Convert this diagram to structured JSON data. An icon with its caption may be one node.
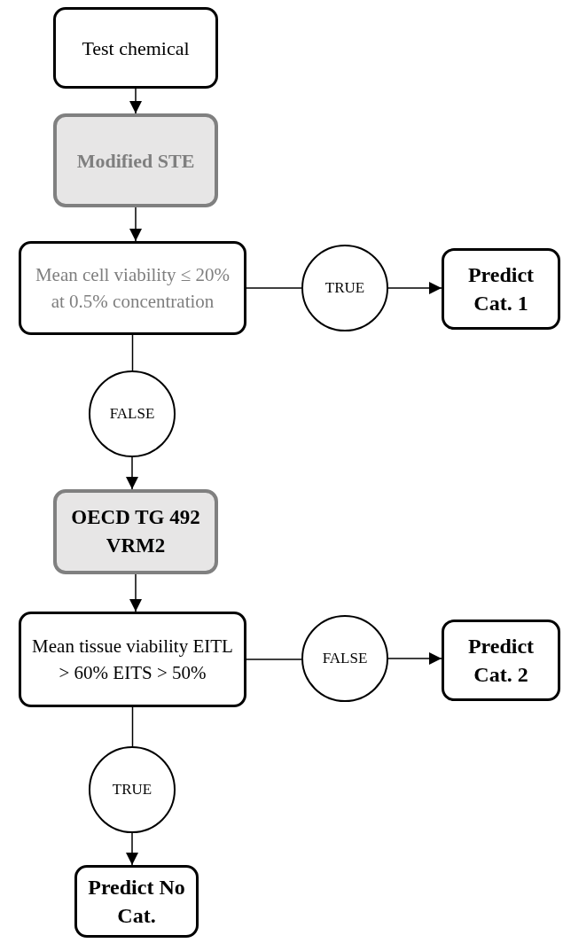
{
  "diagram": {
    "nodes": [
      {
        "text": [
          "Test chemical"
        ]
      },
      {
        "text": [
          "Modified STE"
        ]
      },
      {
        "text": [
          "Mean cell viability ≤ 20% at 0.5% concentration"
        ]
      },
      {
        "text": [
          "TRUE"
        ]
      },
      {
        "text": [
          "Predict Cat. 1"
        ]
      },
      {
        "text": [
          "FALSE"
        ]
      },
      {
        "text": [
          "OECD TG 492 VRM2"
        ]
      },
      {
        "text": [
          "Mean tissue viability EITL > 60% EITS > 50%"
        ]
      },
      {
        "text": [
          "FALSE"
        ]
      },
      {
        "text": [
          "Predict Cat. 2"
        ]
      },
      {
        "text": [
          "TRUE"
        ]
      },
      {
        "text": [
          "Predict No Cat."
        ]
      }
    ],
    "edges": [
      {
        "from": 0,
        "to": 1,
        "arrow": "to"
      },
      {
        "from": 1,
        "to": 2,
        "arrow": "to"
      },
      {
        "from": 2,
        "to": 3,
        "arrow": "none"
      },
      {
        "from": 3,
        "to": 4,
        "arrow": "to"
      },
      {
        "from": 2,
        "to": 5,
        "arrow": "none"
      },
      {
        "from": 5,
        "to": 6,
        "arrow": "to"
      },
      {
        "from": 6,
        "to": 7,
        "arrow": "to"
      },
      {
        "from": 7,
        "to": 8,
        "arrow": "none"
      },
      {
        "from": 8,
        "to": 9,
        "arrow": "to"
      },
      {
        "from": 7,
        "to": 10,
        "arrow": "none"
      },
      {
        "from": 10,
        "to": 11,
        "arrow": "to"
      }
    ]
  }
}
